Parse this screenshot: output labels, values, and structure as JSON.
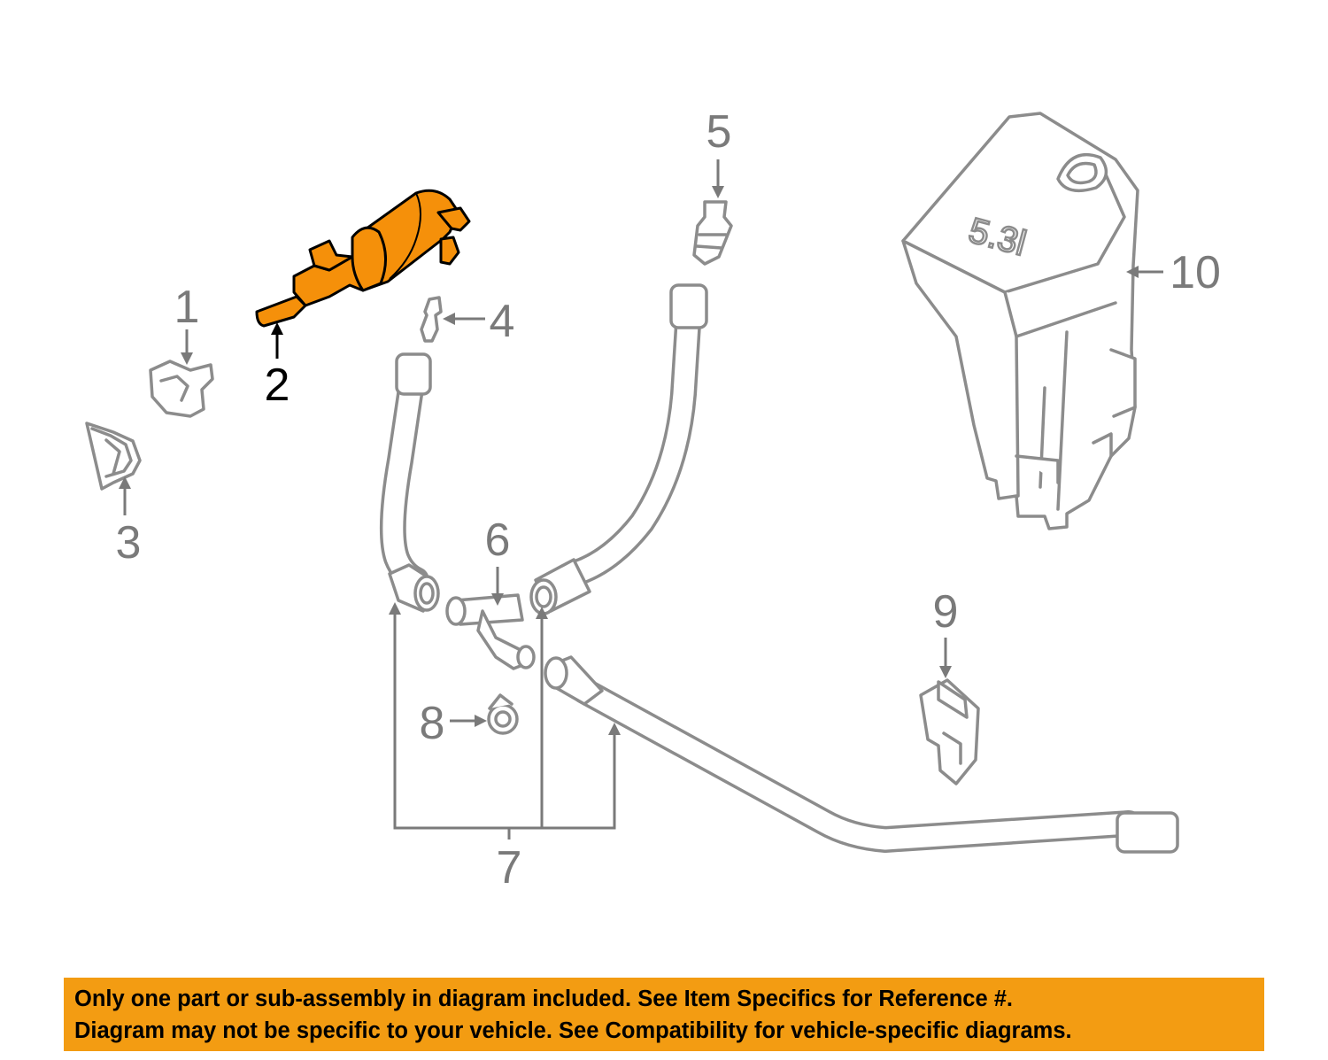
{
  "diagram": {
    "highlight_color": "#f5900a",
    "callouts": {
      "c1": "1",
      "c2": "2",
      "c3": "3",
      "c4": "4",
      "c5": "5",
      "c6": "6",
      "c7": "7",
      "c8": "8",
      "c9": "9",
      "c10": "10"
    },
    "highlighted_part": "2",
    "reservoir_marking": "5.3l"
  },
  "notice": {
    "background": "#f39c12",
    "line1": "Only one part or sub-assembly in diagram included. See Item Specifics for Reference #.",
    "line2": "Diagram may not be specific to your vehicle. See Compatibility for vehicle-specific diagrams."
  }
}
